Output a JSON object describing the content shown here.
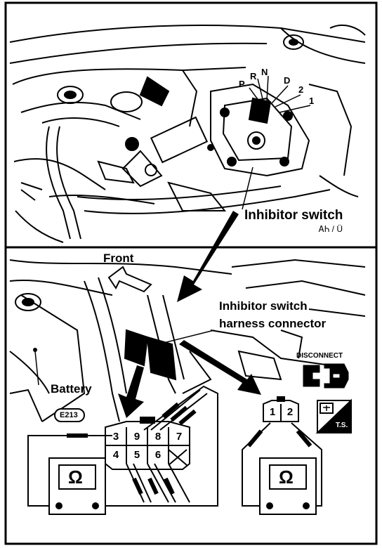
{
  "top_panel": {
    "gear_positions": [
      "P",
      "R",
      "N",
      "D",
      "2",
      "1"
    ],
    "inhibitor_switch_label": "Inhibitor switch",
    "sub_mark": "ᎪᏂ / Ü"
  },
  "bottom_panel": {
    "front_label": "Front",
    "harness_label_line1": "Inhibitor switch",
    "harness_label_line2": "harness connector",
    "disconnect_label": "DISCONNECT",
    "battery_label": "Battery",
    "connector_code": "E213",
    "connector_pins_top": [
      "3",
      "9",
      "8",
      "7"
    ],
    "connector_pins_bottom": [
      "4",
      "5",
      "6"
    ],
    "switch_pins": [
      "1",
      "2"
    ],
    "ohm_symbol": "Ω",
    "ts_label": "T.S."
  }
}
